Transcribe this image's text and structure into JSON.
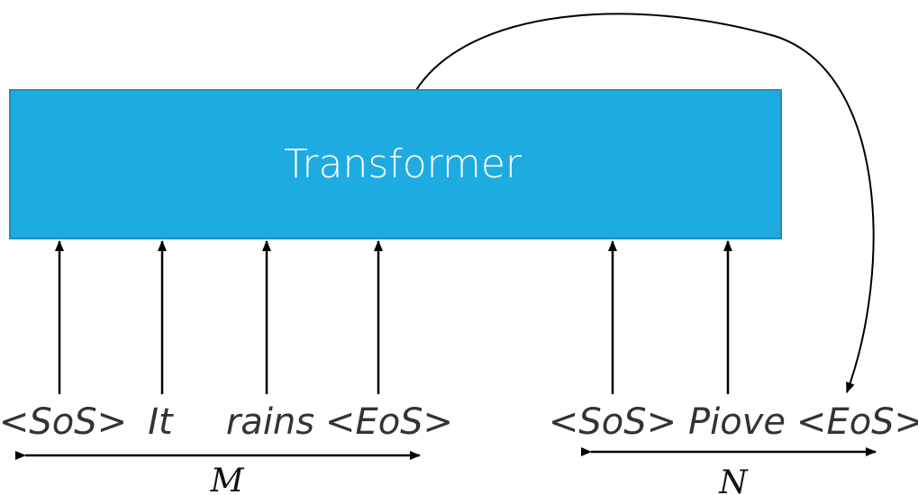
{
  "diagram": {
    "block_label": "Transformer",
    "block_color": "#1EABE2",
    "block_border_color": "#1A8FBF",
    "block_text_color": "#FFFFFF",
    "input_tokens": [
      "<SoS>",
      "It",
      "rains",
      "<EoS>"
    ],
    "output_tokens": [
      "<SoS>",
      "Piove",
      "<EoS>"
    ],
    "input_length_label": "M",
    "output_length_label": "N",
    "line_color": "#000000"
  }
}
